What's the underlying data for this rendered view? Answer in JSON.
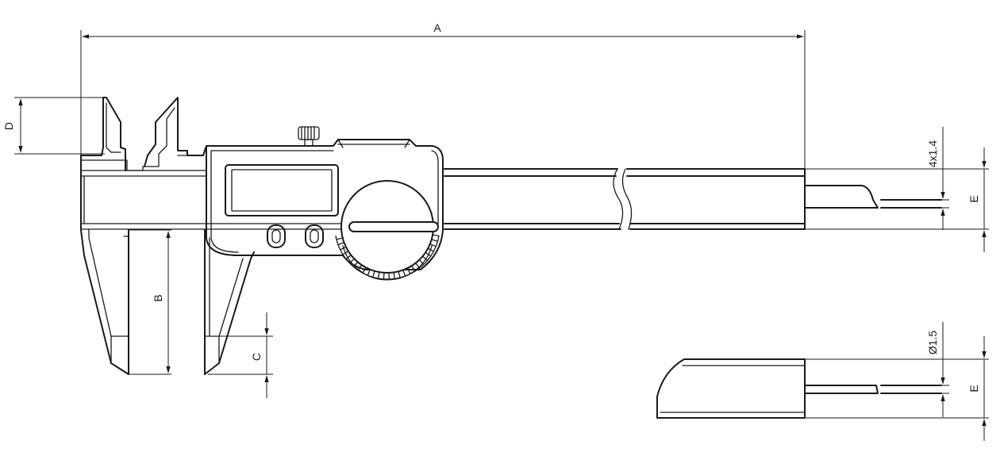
{
  "dimensions": {
    "A": "A",
    "B": "B",
    "C": "C",
    "D": "D",
    "E": "E",
    "E2": "E",
    "probe_size": "4x1.4",
    "rod_diameter": "Ø1.5"
  },
  "colors": {
    "line": "#1a1a1a",
    "background": "#ffffff"
  }
}
